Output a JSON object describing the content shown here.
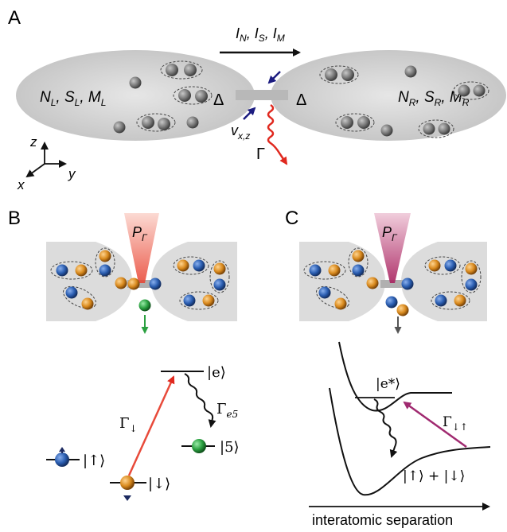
{
  "panels": {
    "A": {
      "label": "A",
      "currents": "I_N, I_S, I_M",
      "currents_parts": [
        "I",
        "N",
        ", I",
        "S",
        ", I",
        "M"
      ],
      "left_reservoir": [
        "N",
        "L",
        ", S",
        "L",
        ", M",
        "L"
      ],
      "right_reservoir": [
        "N",
        "R",
        ", S",
        "R",
        ", M",
        "R"
      ],
      "gap_left": "Δ",
      "gap_right": "Δ",
      "beam": [
        "v",
        "x,z"
      ],
      "loss": "Γ",
      "axes": {
        "z": "z",
        "x": "x",
        "y": "y"
      }
    },
    "B": {
      "label": "B",
      "beam": [
        "P",
        "Γ"
      ],
      "levels": {
        "excited": "|e⟩",
        "up": "|↑⟩",
        "down": "|↓⟩",
        "five": "|5⟩"
      },
      "rates": {
        "pump": [
          "Γ",
          "↓"
        ],
        "decay": [
          "Γ",
          "e5"
        ]
      }
    },
    "C": {
      "label": "C",
      "beam": [
        "P",
        "Γ"
      ],
      "levels": {
        "excited": "|e*⟩",
        "ground": "|↑⟩ + |↓⟩"
      },
      "rates": {
        "pump": [
          "Γ",
          "↓↑"
        ]
      },
      "xlabel": "interatomic separation"
    }
  },
  "colors": {
    "up_atom": "#2a5db0",
    "down_atom": "#d98a1e",
    "state5_atom": "#2aa040",
    "loss_arrow": "#e0281e",
    "beam_B": "#f08a7a",
    "beam_C": "#b0306a",
    "velocity_arrow": "#1c1c80",
    "pump_B": "#e84a3a",
    "pump_C": "#a02a70"
  }
}
